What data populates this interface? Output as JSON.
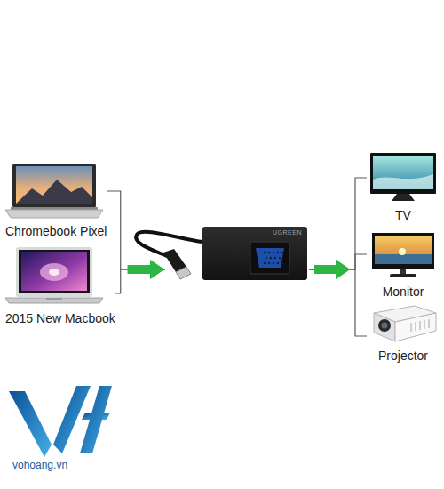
{
  "diagram": {
    "nodes": [
      {
        "text": [
          "Chromebook Pixel"
        ]
      },
      {
        "text": [
          "2015 New Macbook"
        ]
      },
      {
        "text": [
          "UGREEN"
        ]
      },
      {
        "text": [
          "TV"
        ]
      },
      {
        "text": [
          "Monitor"
        ]
      },
      {
        "text": [
          "Projector"
        ]
      }
    ],
    "edges": [
      {
        "from": 0,
        "to": 2,
        "arrow": "to"
      },
      {
        "from": 1,
        "to": 2,
        "arrow": "to"
      },
      {
        "from": 2,
        "to": 3,
        "arrow": "to"
      },
      {
        "from": 2,
        "to": 4,
        "arrow": "to"
      },
      {
        "from": 2,
        "to": 5,
        "arrow": "to"
      }
    ],
    "labels": [
      "vohoang.vn"
    ]
  }
}
